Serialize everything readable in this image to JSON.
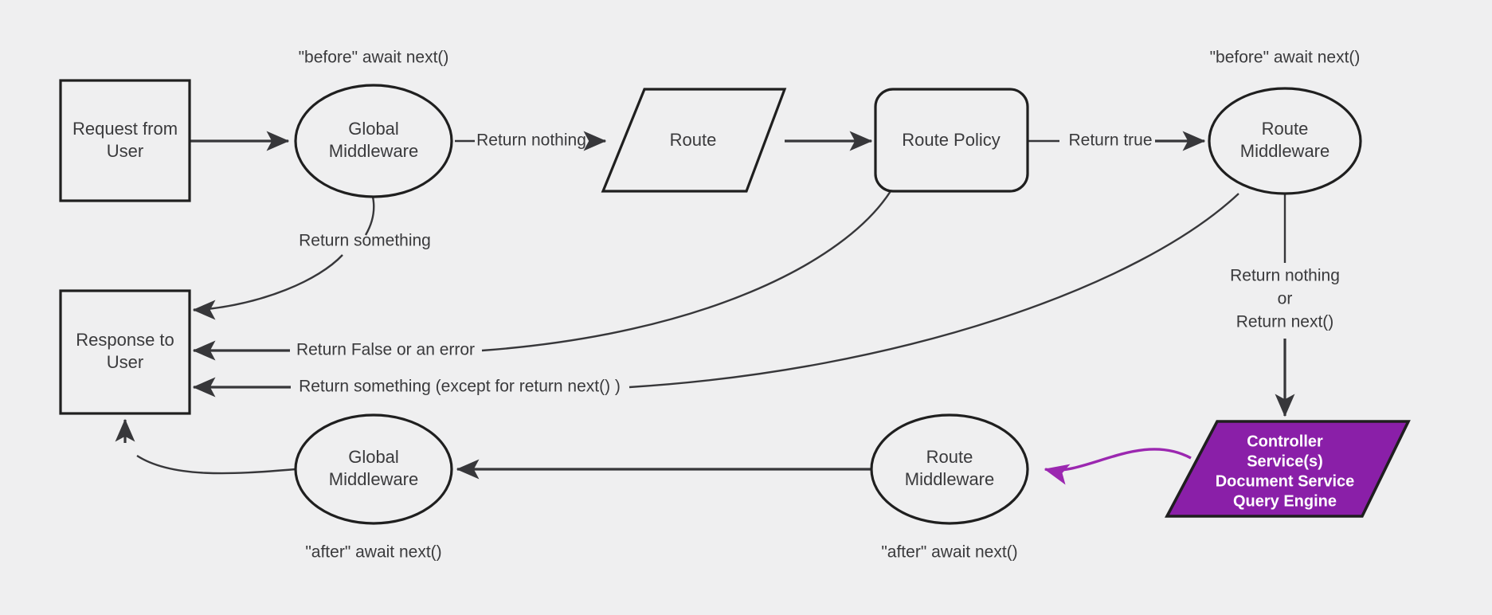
{
  "diagram": {
    "title": "Request lifecycle middleware flow",
    "background_color": "#efeff0",
    "stroke_color": "#1f1f1f",
    "text_color": "#3a3a3c",
    "accent_color": "#8A1FA8",
    "accent_arrow_color": "#9B27B0",
    "nodes": {
      "request": {
        "line1": "Request from",
        "line2": "User",
        "shape": "rectangle"
      },
      "global_mw_top": {
        "line1": "Global",
        "line2": "Middleware",
        "shape": "ellipse"
      },
      "route": {
        "line1": "Route",
        "shape": "parallelogram"
      },
      "route_policy": {
        "line1": "Route Policy",
        "shape": "rounded-rectangle"
      },
      "route_mw_top": {
        "line1": "Route",
        "line2": "Middleware",
        "shape": "ellipse"
      },
      "response": {
        "line1": "Response to",
        "line2": "User",
        "shape": "rectangle"
      },
      "global_mw_bottom": {
        "line1": "Global",
        "line2": "Middleware",
        "shape": "ellipse"
      },
      "route_mw_bottom": {
        "line1": "Route",
        "line2": "Middleware",
        "shape": "ellipse"
      },
      "controller": {
        "line1": "Controller",
        "line2": "Service(s)",
        "line3": "Document Service",
        "line4": "Query Engine",
        "shape": "parallelogram"
      }
    },
    "captions": {
      "before_global": "\"before\" await next()",
      "before_route": "\"before\" await next()",
      "after_global": "\"after\" await next()",
      "after_route": "\"after\" await next()"
    },
    "edge_labels": {
      "return_nothing": "Return nothing",
      "return_true": "Return true",
      "return_something": "Return something",
      "return_false_or_error": "Return False or an error",
      "return_something_except": "Return something (except for return next() )",
      "return_nothing_or_next_1": "Return nothing",
      "return_nothing_or_next_2": "or",
      "return_nothing_or_next_3": "Return next()"
    }
  }
}
